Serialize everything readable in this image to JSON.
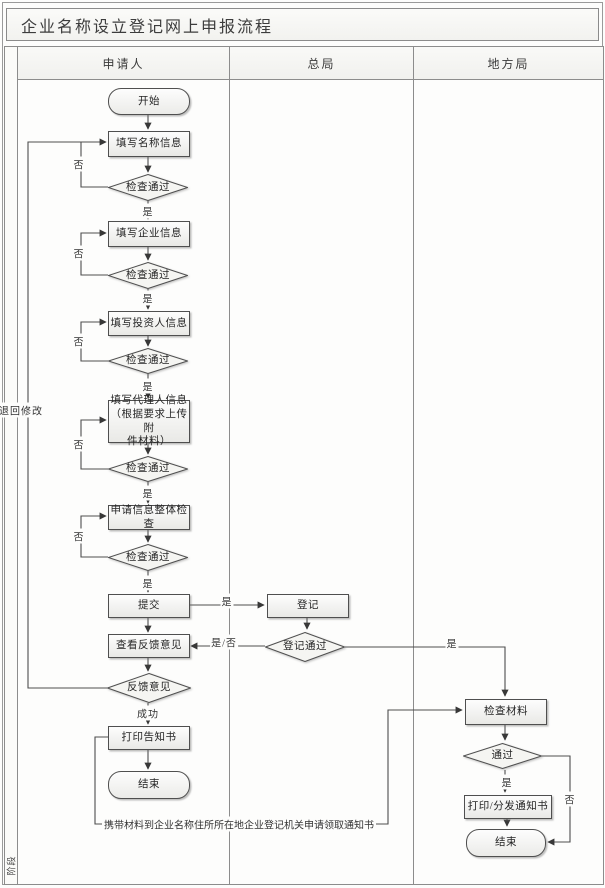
{
  "title": "企业名称设立登记网上申报流程",
  "phase_label": "阶段",
  "lanes": [
    {
      "label": "申请人"
    },
    {
      "label": "总局"
    },
    {
      "label": "地方局"
    }
  ],
  "nodes": {
    "start": "开始",
    "fill_name": "填写名称信息",
    "check_name": "检查通过",
    "fill_company": "填写企业信息",
    "check_company": "检查通过",
    "fill_investor": "填写投资人信息",
    "check_investor": "检查通过",
    "fill_agent": "填写代理人信息\n（根据要求上传附\n件材料）",
    "check_agent": "检查通过",
    "overall_check": "申请信息整体检查",
    "check_overall": "检查通过",
    "submit": "提交",
    "register": "登记",
    "register_pass": "登记通过",
    "view_feedback": "查看反馈意见",
    "feedback": "反馈意见",
    "print_notice": "打印告知书",
    "end_applicant": "结束",
    "check_materials": "检查材料",
    "pass": "通过",
    "print_distribute": "打印/分发通知书",
    "end_local": "结束"
  },
  "edge_labels": {
    "yes1": "是",
    "yes2": "是",
    "yes3": "是",
    "yes4": "是",
    "yes5": "是",
    "no1": "否",
    "no2": "否",
    "no3": "否",
    "no4": "否",
    "no5": "否",
    "submit_yes": "是",
    "reg_feedback": "是/否",
    "reg_to_local": "是",
    "success": "成功",
    "return_modify": "退回修改",
    "pass_yes": "是",
    "pass_no": "否"
  },
  "annotation": "携带材料到企业名称住所所在地企业登记机关申请领取通知书"
}
